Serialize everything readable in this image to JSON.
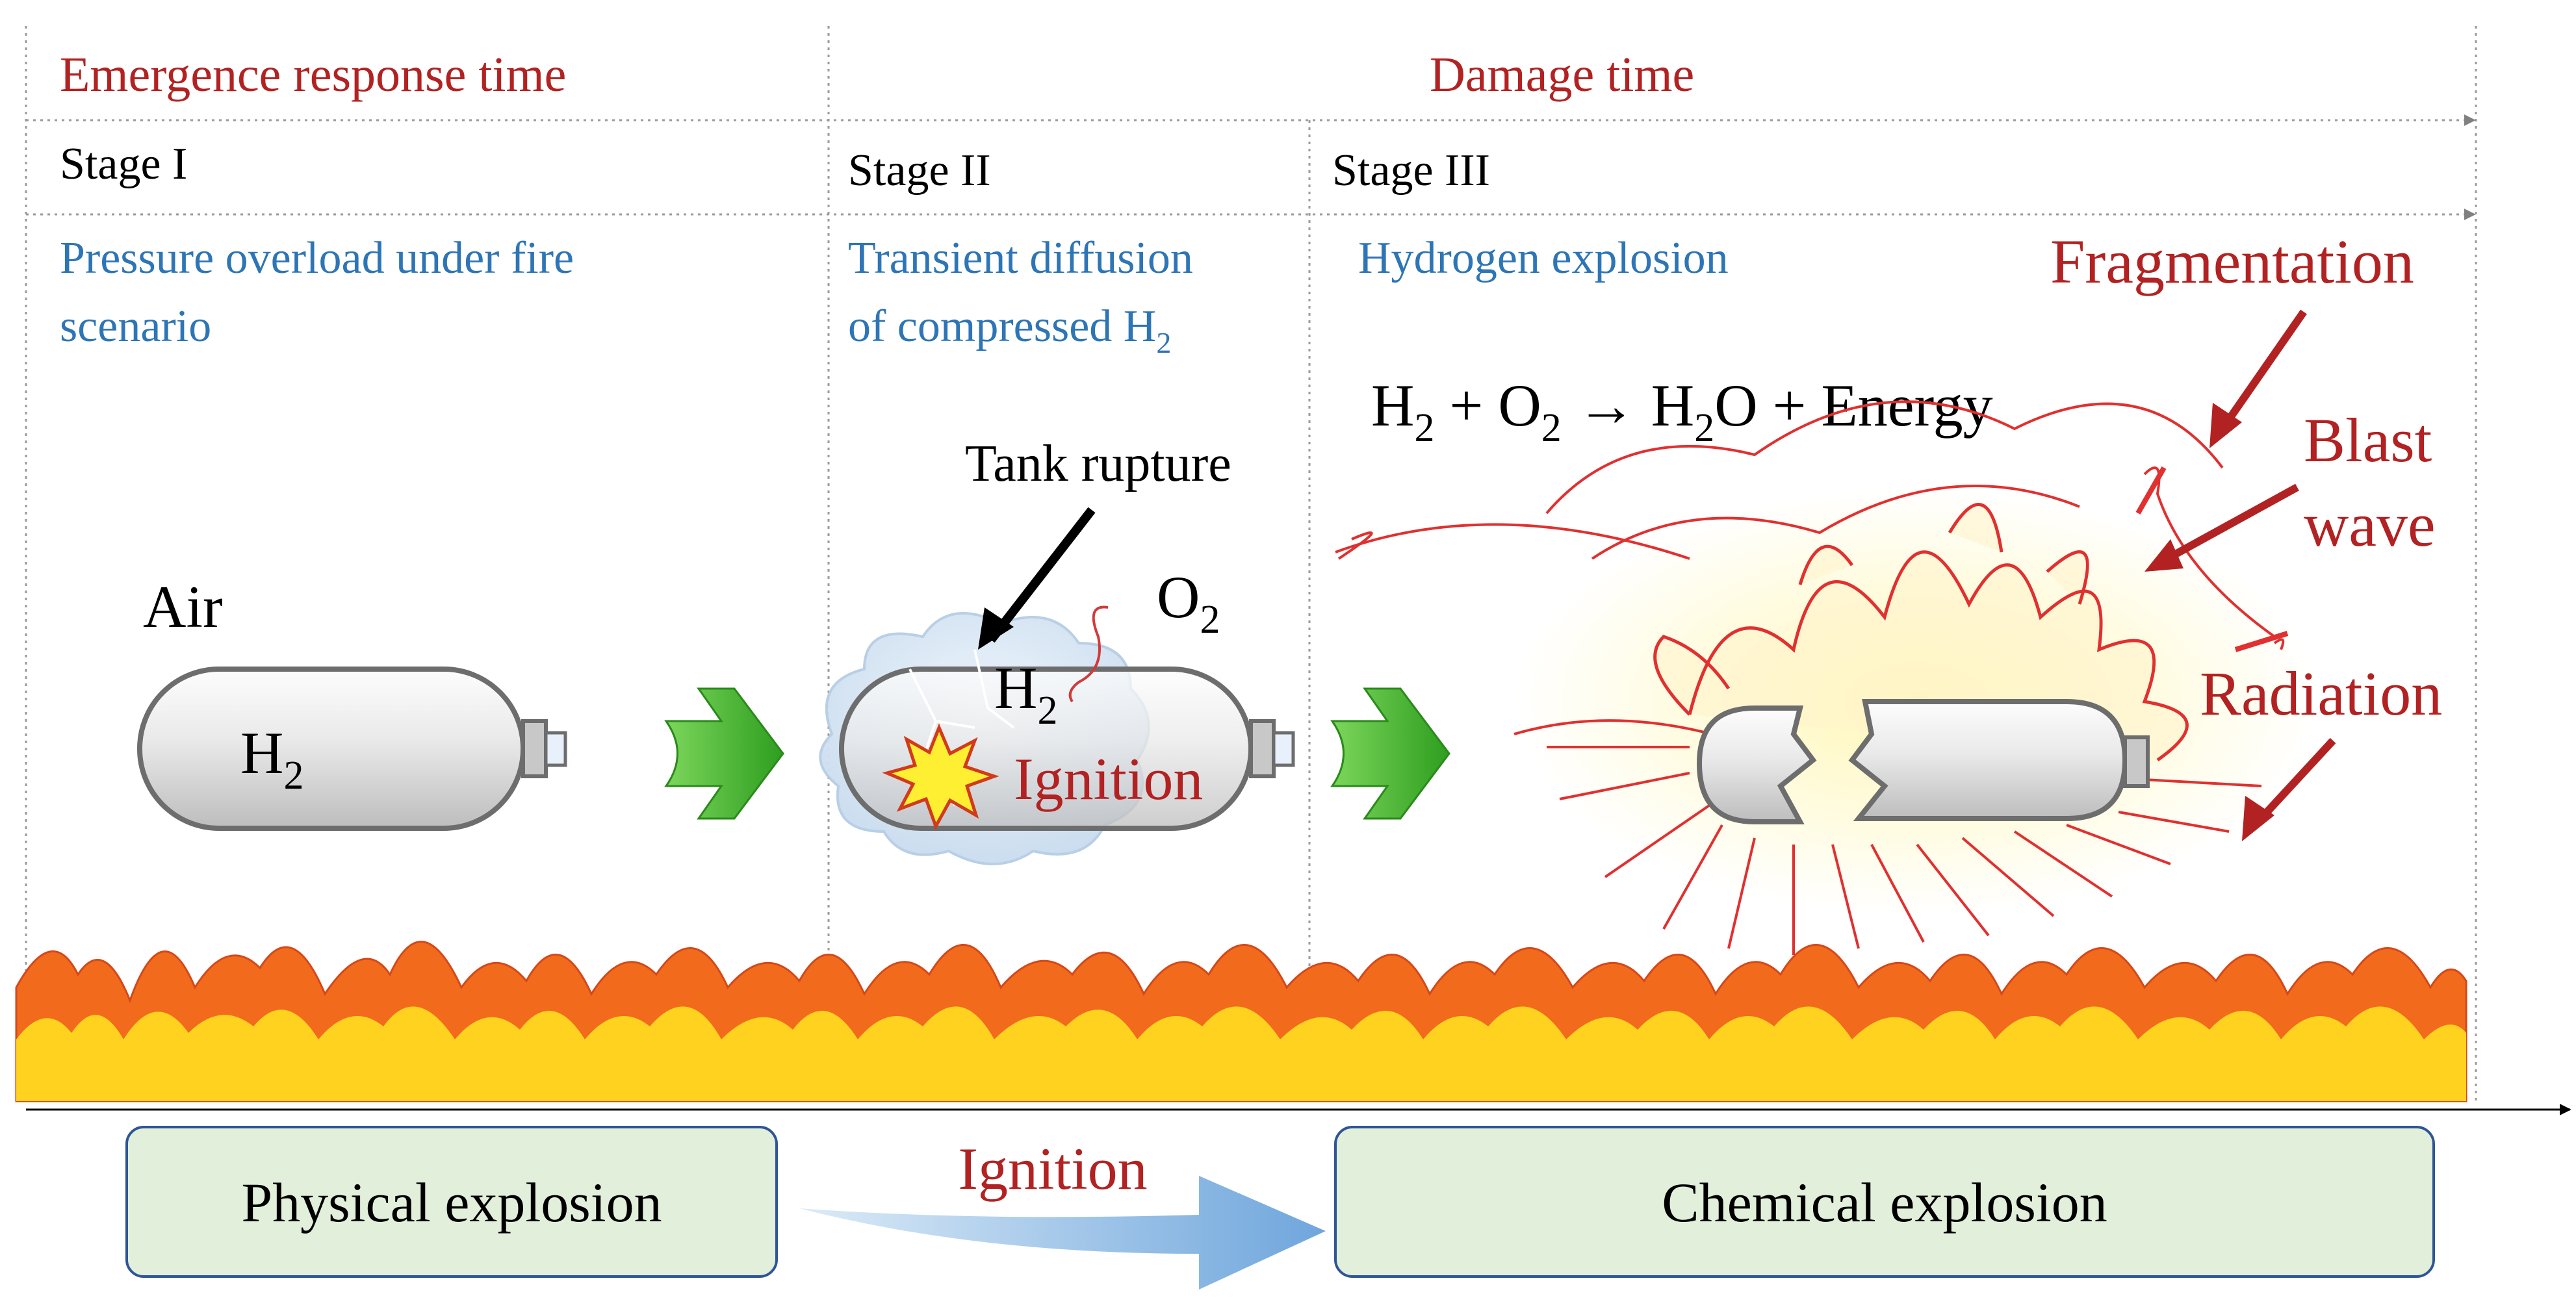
{
  "header": {
    "emergence_label": "Emergence response time",
    "damage_label": "Damage time"
  },
  "stages": [
    {
      "title": "Stage I",
      "desc_line1": "Pressure overload under fire",
      "desc_line2": "scenario"
    },
    {
      "title": "Stage II",
      "desc_line1": "Transient diffusion",
      "desc_line2": "of compressed H",
      "desc_line2_sub": "2"
    },
    {
      "title": "Stage III",
      "desc_line1": "Hydrogen explosion"
    }
  ],
  "stage1": {
    "air_label": "Air",
    "tank_gas": "H",
    "tank_gas_sub": "2"
  },
  "stage2": {
    "tank_rupture_label": "Tank rupture",
    "oxygen_label": "O",
    "oxygen_sub": "2",
    "hydrogen_label": "H",
    "hydrogen_sub": "2",
    "ignition_label": "Ignition"
  },
  "stage3": {
    "equation": {
      "h": "H",
      "h_sub": "2",
      "plus1": " + O",
      "o_sub": "2",
      "arrow": " → H",
      "h2o_sub": "2",
      "rest": "O + Energy"
    },
    "fragmentation_label": "Fragmentation",
    "blast_label_line1": "Blast",
    "blast_label_line2": "wave",
    "radiation_label": "Radiation"
  },
  "bottom": {
    "physical_label": "Physical explosion",
    "ignition_label": "Ignition",
    "chemical_label": "Chemical explosion"
  },
  "colors": {
    "dark_red": "#b22222",
    "blue_text": "#2e75b6",
    "box_fill": "#e2efda",
    "box_border": "#2f5597",
    "green_arrow": "#4caf35",
    "fire_orange": "#f26b1d",
    "fire_yellow": "#ffd21f"
  }
}
